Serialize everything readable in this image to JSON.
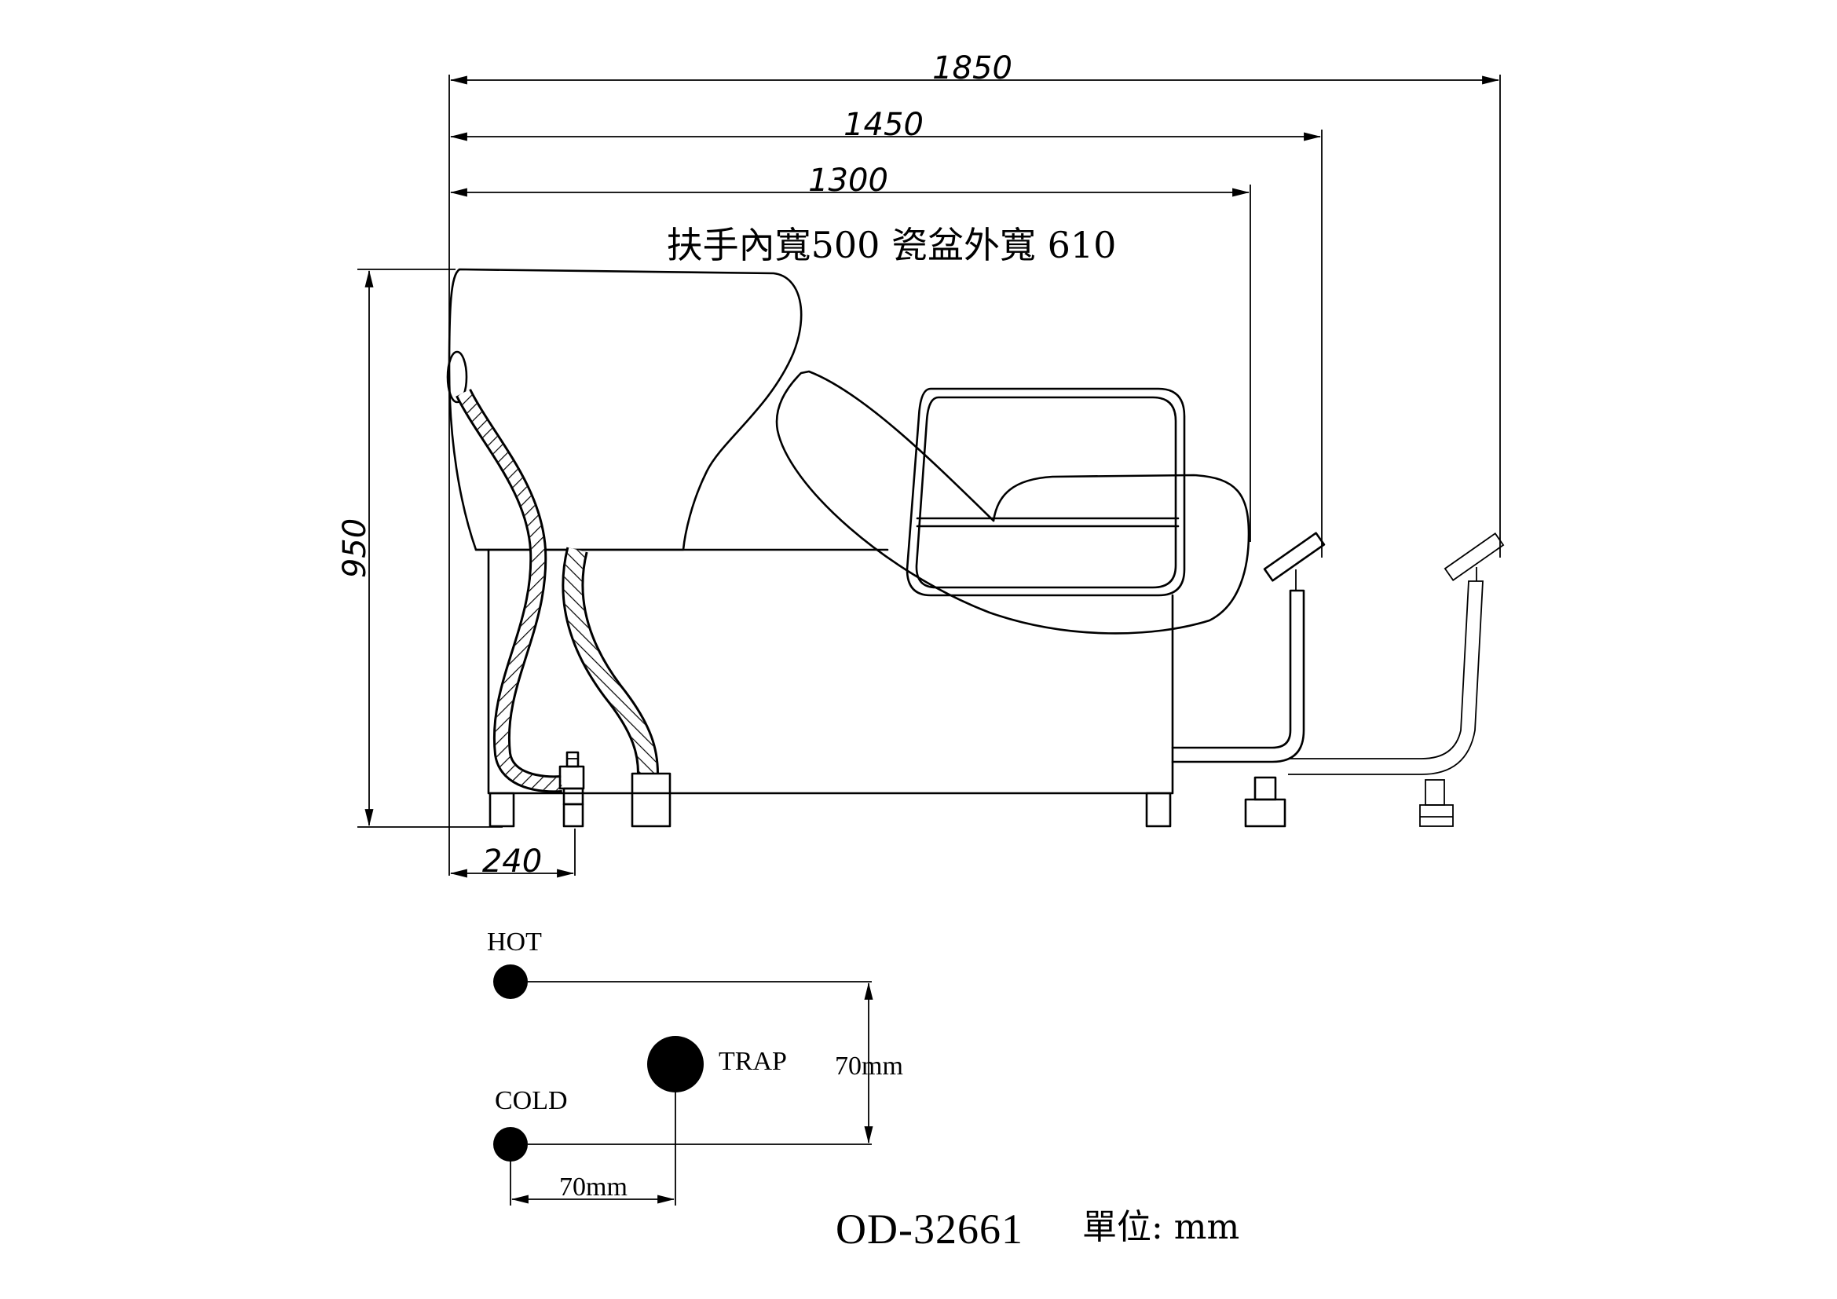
{
  "drawing": {
    "dimensions": {
      "overall_length": "1850",
      "length_to_foot_pedal": "1450",
      "body_length": "1300",
      "height": "950",
      "inlet_offset": "240"
    },
    "spec_note": "扶手內寬500  瓷盆外寬  610",
    "connections": {
      "hot_label": "HOT",
      "cold_label": "COLD",
      "trap_label": "TRAP",
      "vertical_spacing": "70mm",
      "horizontal_spacing": "70mm"
    },
    "model_number": "OD-32661",
    "unit_label": "單位: mm"
  }
}
